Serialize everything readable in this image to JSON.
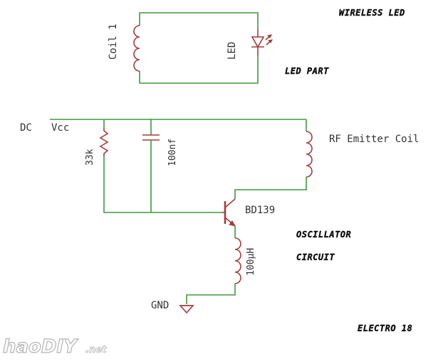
{
  "titles": {
    "wireless_led": "WIRELESS LED",
    "led_part": "LED PART",
    "oscillator": "OSCILLATOR",
    "circuit": "CIRCUIT",
    "credit": "ELECTRO 18"
  },
  "labels": {
    "coil1": "Coil 1",
    "led": "LED",
    "dc": "DC",
    "vcc": "Vcc",
    "r1": "33k",
    "c1": "100nf",
    "rf_coil": "RF Emitter Coil",
    "transistor": "BD139",
    "inductor": "100µH",
    "gnd": "GND"
  },
  "watermark": {
    "brand": "haoDIY",
    "suffix": ".net"
  },
  "colors": {
    "wire": "#3f9a3f",
    "component": "#a33b3b",
    "text": "#333333"
  }
}
